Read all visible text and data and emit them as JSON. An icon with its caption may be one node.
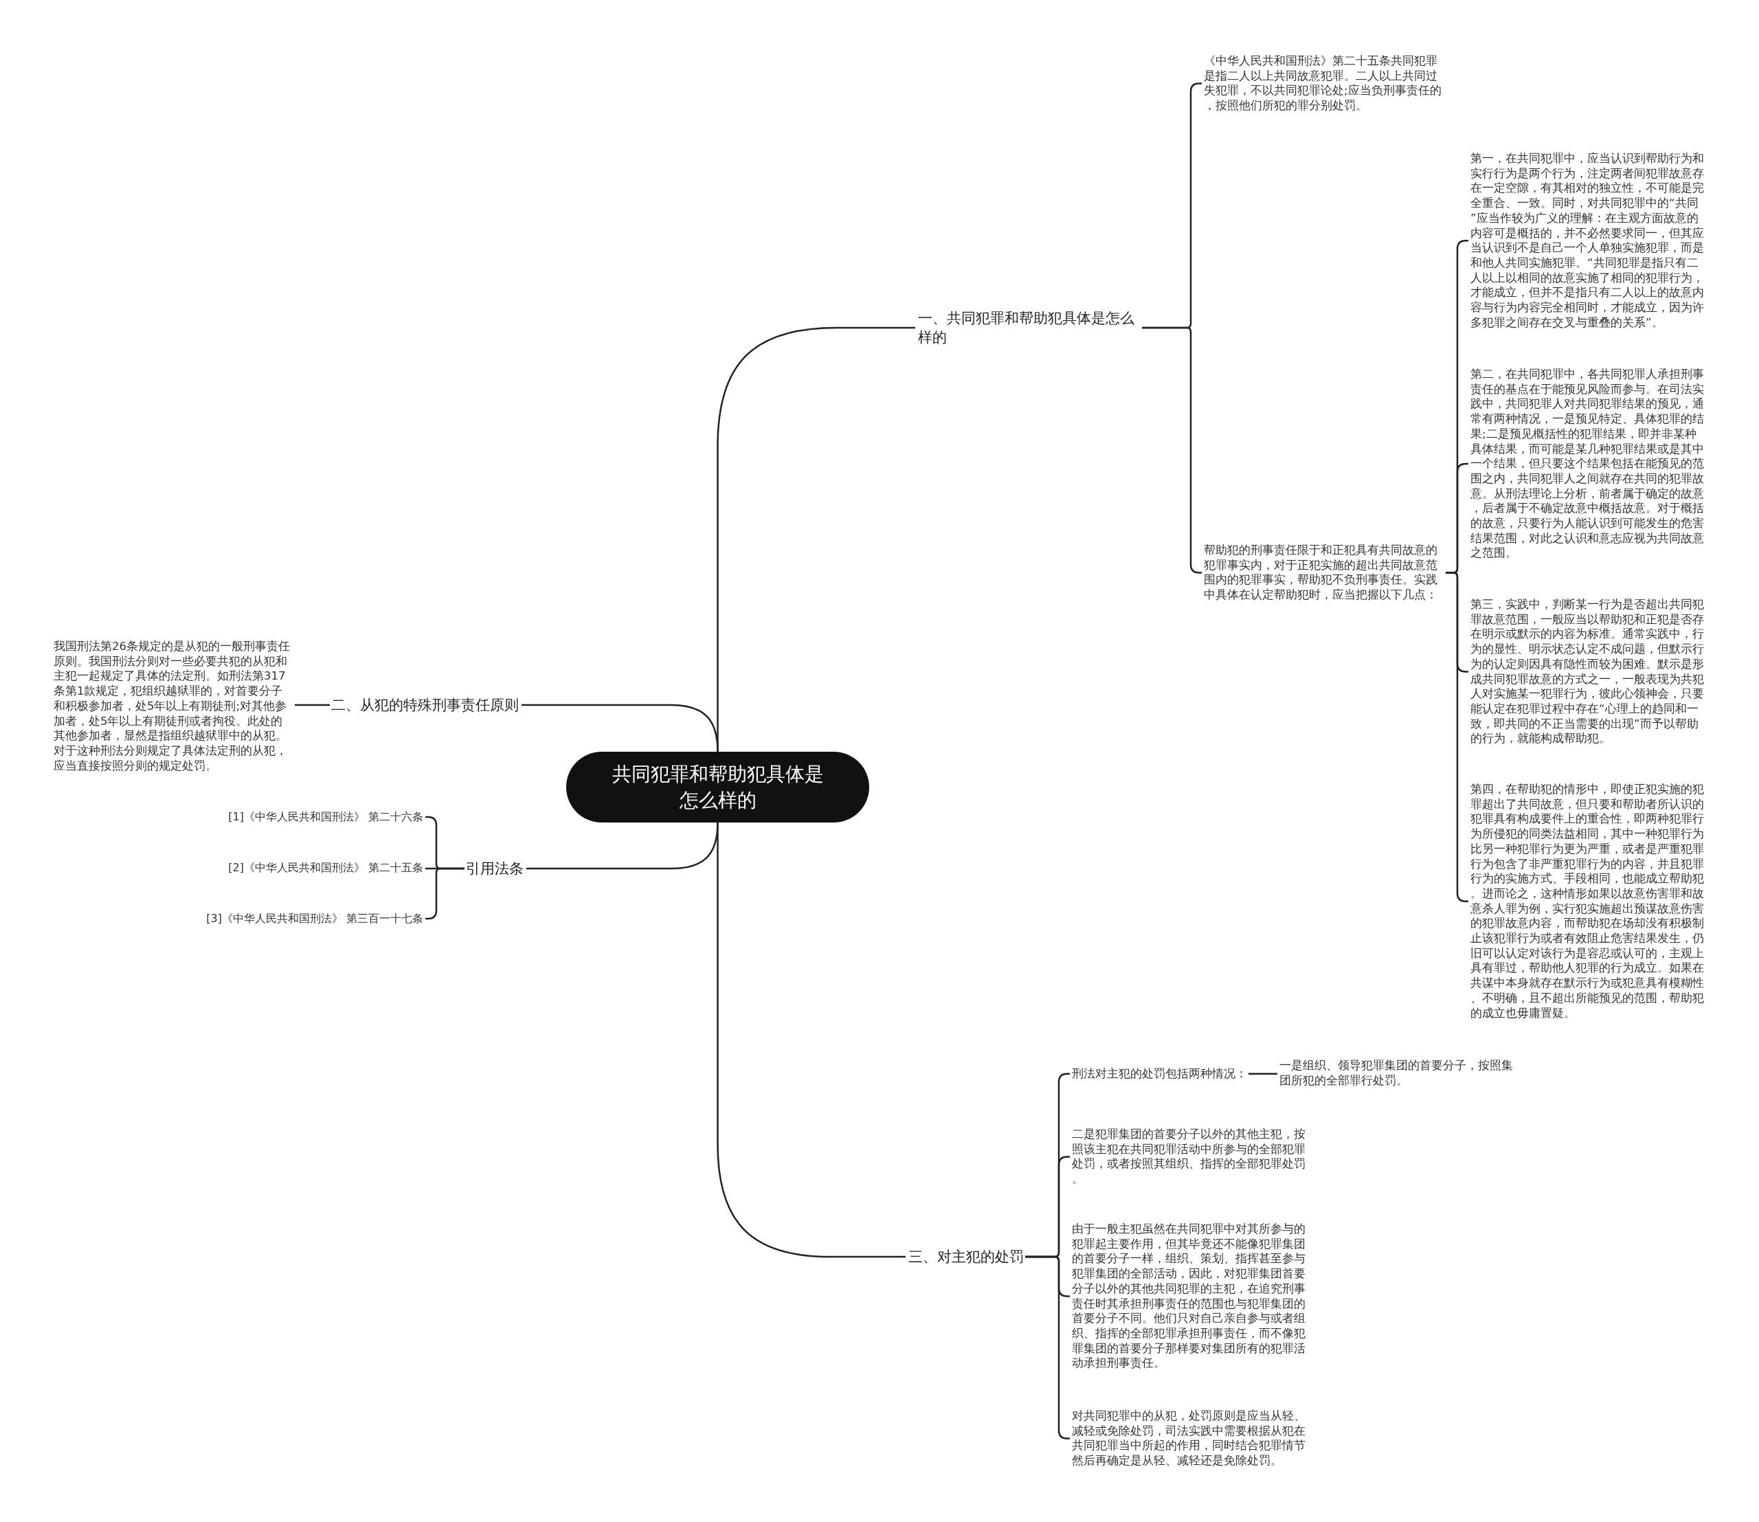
{
  "diagram": {
    "nodes": [
      {
        "text": [
          "共同犯罪和帮助犯具体是怎么样的"
        ]
      },
      {
        "text": [
          "一、共同犯罪和帮助犯具体是怎么样的"
        ]
      },
      {
        "text": [
          "《中华人民共和国刑法》第二十五条共同犯罪是指二人以上共同故意犯罪。二人以上共同过失犯罪，不以共同犯罪论处;应当负刑事责任的，按照他们所犯的罪分别处罚。"
        ]
      },
      {
        "text": [
          "帮助犯的刑事责任限于和正犯具有共同故意的犯罪事实内，对于正犯实施的超出共同故意范围内的犯罪事实，帮助犯不负刑事责任。实践中具体在认定帮助犯时，应当把握以下几点："
        ]
      },
      {
        "text": [
          "第一，在共同犯罪中，应当认识到帮助行为和实行行为是两个行为，注定两者间犯罪故意存在一定空隙，有其相对的独立性，不可能是完全重合、一致。同时，对共同犯罪中的“共同”应当作较为广义的理解：在主观方面故意的内容可是概括的，并不必然要求同一，但其应当认识到不是自己一个人单独实施犯罪，而是和他人共同实施犯罪。“共同犯罪是指只有二人以上以相同的故意实施了相同的犯罪行为，才能成立，但并不是指只有二人以上的故意内容与行为内容完全相同时，才能成立，因为许多犯罪之间存在交叉与重叠的关系”。"
        ]
      },
      {
        "text": [
          "第二，在共同犯罪中，各共同犯罪人承担刑事责任的基点在于能预见风险而参与。在司法实践中，共同犯罪人对共同犯罪结果的预见，通常有两种情况，一是预见特定、具体犯罪的结果;二是预见概括性的犯罪结果，即并非某种具体结果，而可能是某几种犯罪结果或是其中一个结果，但只要这个结果包括在能预见的范围之内，共同犯罪人之间就存在共同的犯罪故意。从刑法理论上分析，前者属于确定的故意，后者属于不确定故意中概括故意。对于概括的故意，只要行为人能认识到可能发生的危害结果范围，对此之认识和意志应视为共同故意之范围。"
        ]
      },
      {
        "text": [
          "第三，实践中，判断某一行为是否超出共同犯罪故意范围，一般应当以帮助犯和正犯是否存在明示或默示的内容为标准。通常实践中，行为的显性、明示状态认定不成问题，但默示行为的认定则因具有隐性而较为困难。默示是形成共同犯罪故意的方式之一，一般表现为共犯人对实施某一犯罪行为，彼此心领神会，只要能认定在犯罪过程中存在“心理上的趋同和一致，即共同的不正当需要的出现”而予以帮助的行为，就能构成帮助犯。"
        ]
      },
      {
        "text": [
          "第四，在帮助犯的情形中，即使正犯实施的犯罪超出了共同故意，但只要和帮助者所认识的犯罪具有构成要件上的重合性，即两种犯罪行为所侵犯的同类法益相同，其中一种犯罪行为比另一种犯罪行为更为严重，或者是严重犯罪行为包含了非严重犯罪行为的内容，并且犯罪行为的实施方式、手段相同，也能成立帮助犯。进而论之，这种情形如果以故意伤害罪和故意杀人罪为例，实行犯实施超出预谋故意伤害的犯罪故意内容，而帮助犯在场却没有积极制止该犯罪行为或者有效阻止危害结果发生，仍旧可以认定对该行为是容忍或认可的，主观上具有罪过，帮助他人犯罪的行为成立。如果在共谋中本身就存在默示行为或犯意具有模糊性、不明确，且不超出所能预见的范围，帮助犯的成立也毋庸置疑。"
        ]
      },
      {
        "text": [
          "二、从犯的特殊刑事责任原则"
        ]
      },
      {
        "text": [
          "我国刑法第26条规定的是从犯的一般刑事责任原则。我国刑法分则对一些必要共犯的从犯和主犯一起规定了具体的法定刑。如刑法第317条第1款规定，犯组织越狱罪的，对首要分子和积极参加者，处5年以上有期徒刑;对其他参加者，处5年以上有期徒刑或者拘役。此处的其他参加者，显然是指组织越狱罪中的从犯。对于这种刑法分则规定了具体法定刑的从犯，应当直接按照分则的规定处罚。"
        ]
      },
      {
        "text": [
          "引用法条"
        ]
      },
      {
        "text": [
          "[1]《中华人民共和国刑法》 第二十六条"
        ]
      },
      {
        "text": [
          "[2]《中华人民共和国刑法》 第二十五条"
        ]
      },
      {
        "text": [
          "[3]《中华人民共和国刑法》 第三百一十七条"
        ]
      },
      {
        "text": [
          "三、对主犯的处罚"
        ]
      },
      {
        "text": [
          "刑法对主犯的处罚包括两种情况："
        ]
      },
      {
        "text": [
          "一是组织、领导犯罪集团的首要分子，按照集团所犯的全部罪行处罚。"
        ]
      },
      {
        "text": [
          "二是犯罪集团的首要分子以外的其他主犯，按照该主犯在共同犯罪活动中所参与的全部犯罪处罚，或者按照其组织、指挥的全部犯罪处罚。"
        ]
      },
      {
        "text": [
          "由于一般主犯虽然在共同犯罪中对其所参与的犯罪起主要作用，但其毕竟还不能像犯罪集团的首要分子一样，组织、策划、指挥甚至参与犯罪集团的全部活动，因此，对犯罪集团首要分子以外的其他共同犯罪的主犯，在追究刑事责任时其承担刑事责任的范围也与犯罪集团的首要分子不同。他们只对自己亲自参与或者组织、指挥的全部犯罪承担刑事责任，而不像犯罪集团的首要分子那样要对集团所有的犯罪活动承担刑事责任。"
        ]
      },
      {
        "text": [
          "对共同犯罪中的从犯，处罚原则是应当从轻、减轻或免除处罚，司法实践中需要根据从犯在共同犯罪当中所起的作用，同时结合犯罪情节然后再确定是从轻、减轻还是免除处罚。"
        ]
      }
    ],
    "edges": [
      {
        "from": 0,
        "to": 1,
        "arrow": "none"
      },
      {
        "from": 1,
        "to": 2,
        "arrow": "none"
      },
      {
        "from": 1,
        "to": 3,
        "arrow": "none"
      },
      {
        "from": 3,
        "to": 4,
        "arrow": "none"
      },
      {
        "from": 3,
        "to": 5,
        "arrow": "none"
      },
      {
        "from": 3,
        "to": 6,
        "arrow": "none"
      },
      {
        "from": 3,
        "to": 7,
        "arrow": "none"
      },
      {
        "from": 0,
        "to": 8,
        "arrow": "none"
      },
      {
        "from": 8,
        "to": 9,
        "arrow": "none"
      },
      {
        "from": 0,
        "to": 10,
        "arrow": "none"
      },
      {
        "from": 10,
        "to": 11,
        "arrow": "none"
      },
      {
        "from": 10,
        "to": 12,
        "arrow": "none"
      },
      {
        "from": 10,
        "to": 13,
        "arrow": "none"
      },
      {
        "from": 0,
        "to": 14,
        "arrow": "none"
      },
      {
        "from": 14,
        "to": 15,
        "arrow": "none"
      },
      {
        "from": 15,
        "to": 16,
        "arrow": "none"
      },
      {
        "from": 14,
        "to": 17,
        "arrow": "none"
      },
      {
        "from": 14,
        "to": 18,
        "arrow": "none"
      },
      {
        "from": 14,
        "to": 19,
        "arrow": "none"
      }
    ]
  }
}
